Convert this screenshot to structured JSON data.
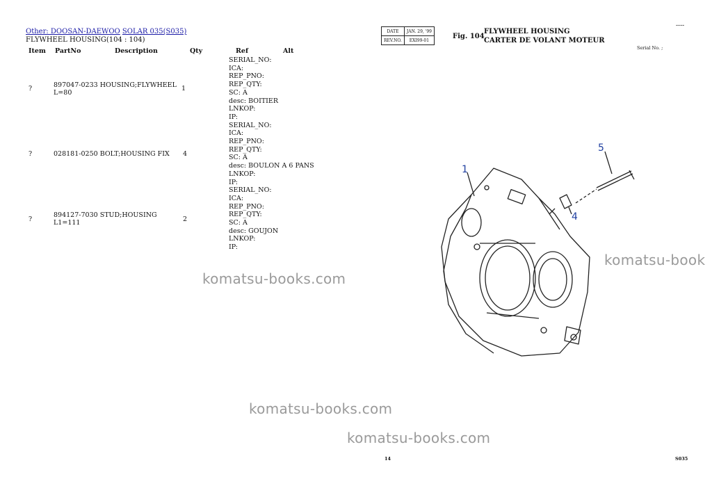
{
  "breadcrumb": {
    "link1": "Other: DOOSAN-DAEWOO",
    "link2": "SOLAR 035(S035)"
  },
  "subtitle": "FLYWHEEL HOUSING(104 : 104)",
  "table": {
    "headers": {
      "item": "Item",
      "partno": "PartNo",
      "description": "Description",
      "qty": "Qty",
      "ref": "Ref",
      "alt": "Alt"
    },
    "rows": [
      {
        "item": "?",
        "partno": "897047-0233",
        "description": "HOUSING;FLYWHEEL L=80",
        "qty": "1",
        "ref": "SERIAL_NO:\nICA:\nREP_PNO:\nREP_QTY:\nSC: A\ndesc: BOITIER\nLNKOP:\nIP:"
      },
      {
        "item": "?",
        "partno": "028181-0250",
        "description": "BOLT;HOUSING FIX",
        "qty": "4",
        "ref": "SERIAL_NO:\nICA:\nREP_PNO:\nREP_QTY:\nSC: A\ndesc: BOULON A 6 PANS\nLNKOP:\nIP:"
      },
      {
        "item": "?",
        "partno": "894127-7030",
        "description": "STUD;HOUSING L1=111",
        "qty": "2",
        "ref": "SERIAL_NO:\nICA:\nREP_PNO:\nREP_QTY:\nSC: A\ndesc: GOUJON\nLNKOP:\nIP:"
      }
    ]
  },
  "watermarks": [
    "komatsu-books.com",
    "komatsu-book",
    "komatsu-books.com",
    "komatsu-books.com"
  ],
  "sheet": {
    "date_label": "DATE",
    "date_value": "JAN. 29, '99",
    "rev_label": "REV.NO.",
    "rev_value": "EXI99-01",
    "fig": "Fig. 104",
    "title_en": "FLYWHEEL HOUSING",
    "title_fr": "CARTER DE VOLANT MOTEUR",
    "serial": "Serial No. ;",
    "dash": "----",
    "page": "14",
    "code": "S035",
    "callouts": [
      "1",
      "4",
      "5"
    ]
  }
}
